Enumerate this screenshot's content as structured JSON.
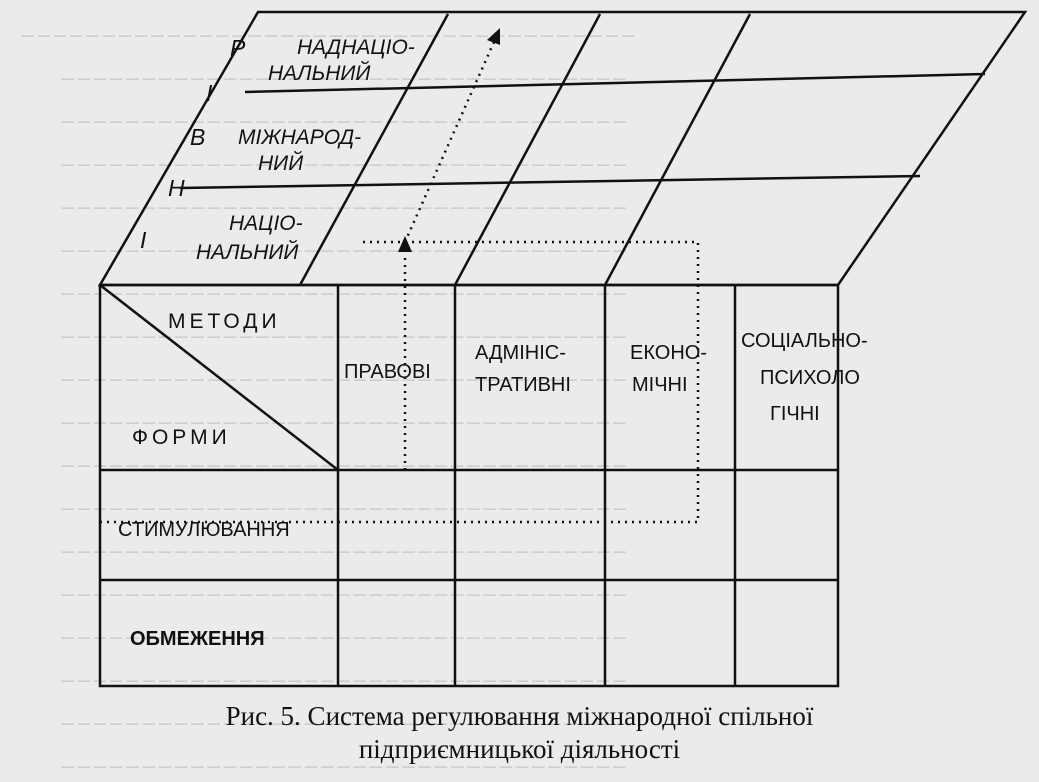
{
  "diagram": {
    "levels_axis_label": [
      "Р",
      "І",
      "В",
      "Н",
      "І"
    ],
    "levels": [
      [
        "НАДНАЦІО-",
        "НАЛЬНИЙ"
      ],
      [
        "МІЖНАРОД-",
        "НИЙ"
      ],
      [
        "НАЦІО-",
        "НАЛЬНИЙ"
      ]
    ],
    "methods_header": "МЕТОДИ",
    "forms_header": "ФОРМИ",
    "methods": [
      [
        "ПРАВОВІ"
      ],
      [
        "АДМІНІС-",
        "ТРАТИВНІ"
      ],
      [
        "ЕКОНО-",
        "МІЧНІ"
      ],
      [
        "СОЦІАЛЬНО-",
        "ПСИХОЛО",
        "ГІЧНІ"
      ]
    ],
    "forms": [
      "СТИМУЛЮВАННЯ",
      "ОБМЕЖЕННЯ"
    ]
  },
  "caption": {
    "line1": "Рис. 5. Система регулювання міжнародної спільної",
    "line2": "підприємницької діяльності"
  }
}
